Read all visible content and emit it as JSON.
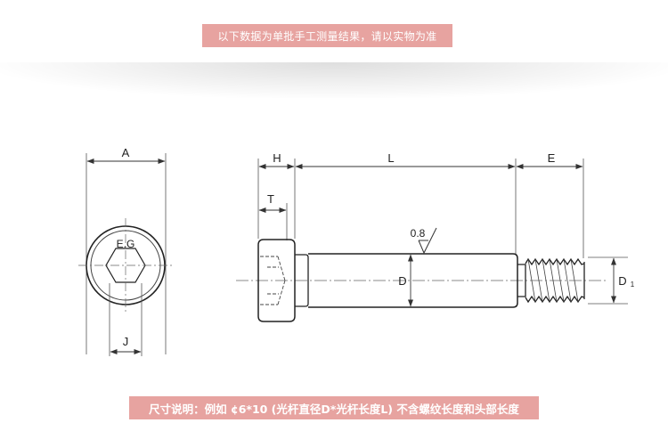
{
  "header": {
    "notice": "以下数据为单批手工测量结果，请以实物为准"
  },
  "footer": {
    "note": "尺寸说明：例如 ¢6*10 (光杆直径D*光杆长度L) 不含螺纹长度和头部长度"
  },
  "drawing": {
    "end_view": {
      "label_A": "A",
      "label_EG": "E.G",
      "label_J": "J"
    },
    "side_view": {
      "label_H": "H",
      "label_L": "L",
      "label_E": "E",
      "label_T": "T",
      "label_D": "D",
      "label_D1": "D",
      "label_D1_sub": "1",
      "surface_roughness": "0.8"
    }
  },
  "colors": {
    "banner": "#e7a3a0",
    "line": "#333333",
    "background": "#ffffff"
  }
}
